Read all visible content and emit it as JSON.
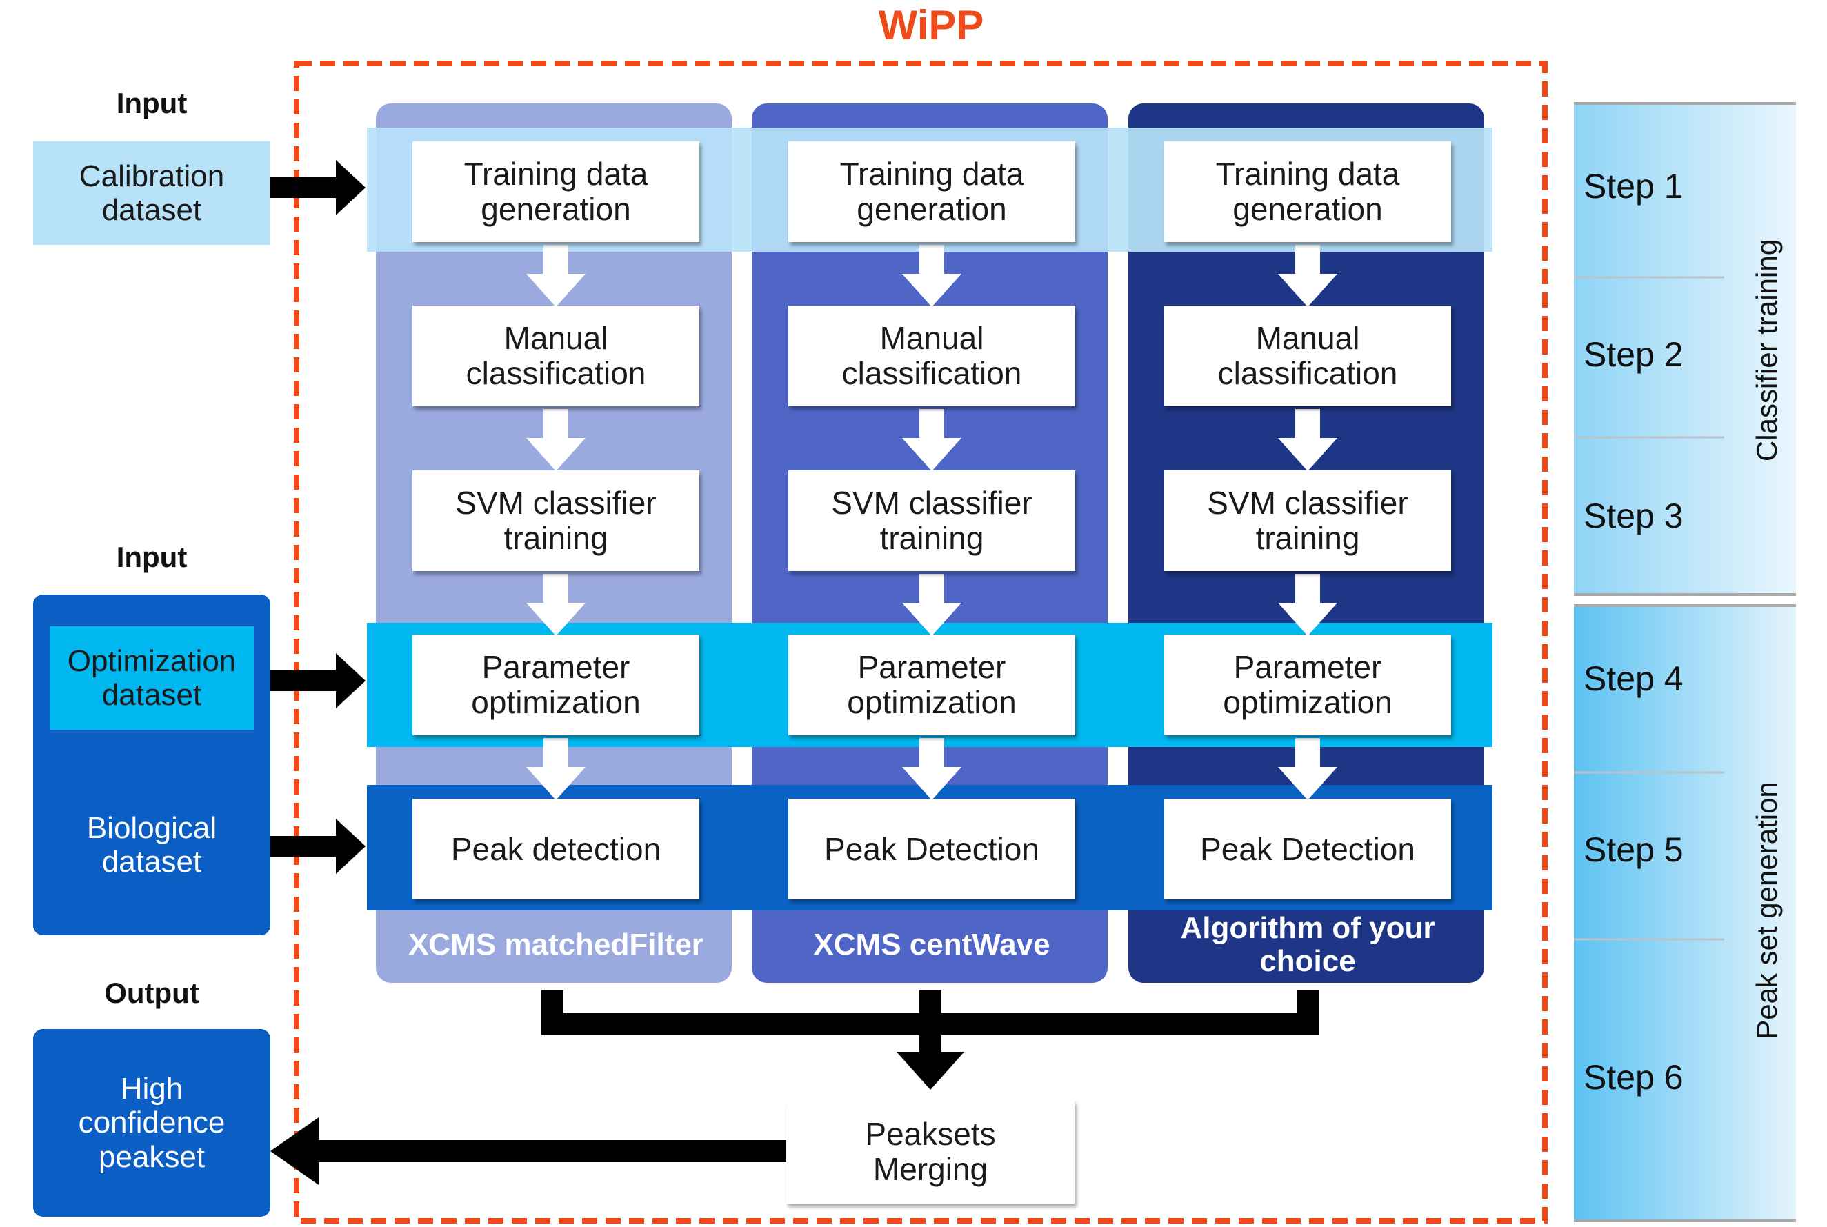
{
  "title": "WiPP",
  "inputs": {
    "input_heading_1": "Input",
    "calibration": "Calibration dataset",
    "input_heading_2": "Input",
    "optimization": "Optimization dataset",
    "biological": "Biological dataset",
    "output_heading": "Output",
    "high_confidence": "High confidence peakset"
  },
  "columns": [
    {
      "algorithm": "XCMS matchedFilter",
      "boxes": [
        "Training data generation",
        "Manual classification",
        "SVM classifier training",
        "Parameter optimization",
        "Peak detection"
      ]
    },
    {
      "algorithm": "XCMS centWave",
      "boxes": [
        "Training data generation",
        "Manual classification",
        "SVM classifier training",
        "Parameter optimization",
        "Peak Detection"
      ]
    },
    {
      "algorithm": "Algorithm of your choice",
      "boxes": [
        "Training data generation",
        "Manual classification",
        "SVM classifier training",
        "Parameter optimization",
        "Peak Detection"
      ]
    }
  ],
  "merging": "Peaksets Merging",
  "steps": [
    "Step 1",
    "Step 2",
    "Step 3",
    "Step 4",
    "Step 5",
    "Step 6"
  ],
  "phases": {
    "classifier_training": "Classifier training",
    "peak_set_generation": "Peak set generation"
  },
  "colors": {
    "title": "#ee4a1a",
    "dashed_border": "#ee4a1a",
    "column_1": "#9aaadf",
    "column_2": "#5066c6",
    "column_3": "#1f3585",
    "band_step1": "#b7e2f8",
    "band_step4": "#00b7ef",
    "band_step5": "#0a62c4",
    "dark_blue": "#0b5fc4",
    "calibration_box": "#b7e2f8",
    "optimization_box": "#00b7ef"
  }
}
